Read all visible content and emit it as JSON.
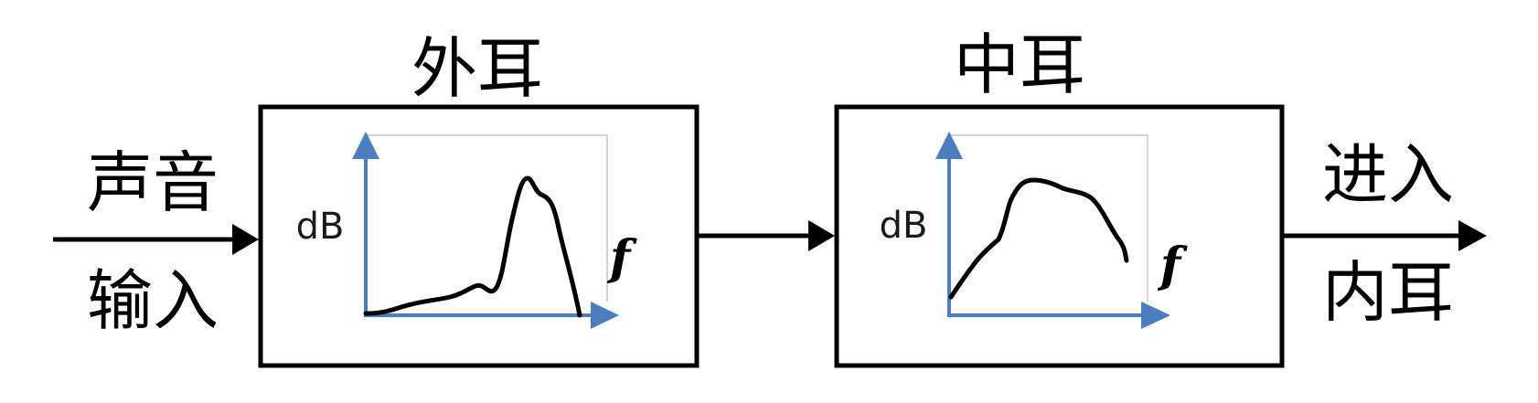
{
  "labels": {
    "input_top": "声音",
    "input_bottom": "输入",
    "outer_ear": "外耳",
    "middle_ear": "中耳",
    "output_top": "进入",
    "output_bottom": "内耳"
  },
  "outer_ear_plot": {
    "y_label": "dB",
    "x_label": "f"
  },
  "middle_ear_plot": {
    "y_label": "dB",
    "x_label": "f"
  },
  "colors": {
    "stroke": "#000000",
    "axis": "#4a7ec0",
    "frame": "#d4d4d4"
  }
}
